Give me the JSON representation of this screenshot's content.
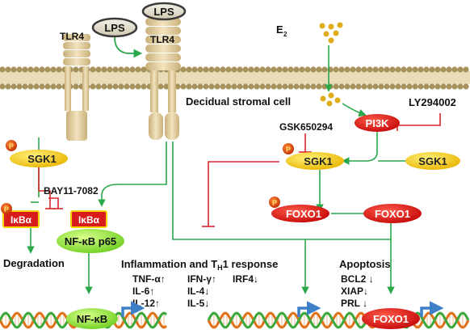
{
  "membrane": {
    "cell_label": "Decidual stromal cell"
  },
  "receptors": {
    "tlr4_left": "TLR4",
    "tlr4_right": "TLR4"
  },
  "ligands": {
    "lps_left": "LPS",
    "lps_right": "LPS",
    "e2_main": "E",
    "e2_sub": "2"
  },
  "inhibitors": {
    "ly": "LY294002",
    "gsk": "GSK650294",
    "bay": "BAY11-7082"
  },
  "proteins": {
    "pi3k": "PI3K",
    "sgk1_left": "SGK1",
    "sgk1_center": "SGK1",
    "sgk1_right": "SGK1",
    "ikba_left": "IκBα",
    "ikba_right": "IκBα",
    "nfkb_p65": "NF-κB p65",
    "foxo1_left": "FOXO1",
    "foxo1_right": "FOXO1",
    "nfkb_dna": "NF-κB",
    "foxo1_dna": "FOXO1",
    "phospho": "P"
  },
  "outcomes": {
    "degradation": "Degradation",
    "inflammation_prefix": "Inflammation and T",
    "inflammation_sub": "H",
    "inflammation_suffix": "1 response",
    "cytokines": [
      "TNF-α↑",
      "IL-6↑",
      "IL-12↑",
      "IFN-γ↑",
      "IL-4↓",
      "IL-5↓",
      "IRF4↓"
    ],
    "apoptosis": "Apoptosis",
    "apoptosis_genes": [
      "BCL2 ↓",
      "XIAP↓",
      "PRL ↓"
    ]
  },
  "colors": {
    "activation": "#2aa84a",
    "inhibition": "#d9262c",
    "sgk1_fill": "#f4c400",
    "pi3k_fill": "#f21c1c",
    "foxo1_fill": "#d90e0e",
    "nfkb_fill": "#9be63a",
    "ikba_fill": "#d81c1c",
    "ikba_border": "#f6d400",
    "membrane_head": "#b8a06c",
    "receptor": "#d8c49a",
    "dna_strand_a": "#e0701a",
    "dna_strand_b": "#3aa83a",
    "promoter_arrow": "#3f7fc8"
  }
}
